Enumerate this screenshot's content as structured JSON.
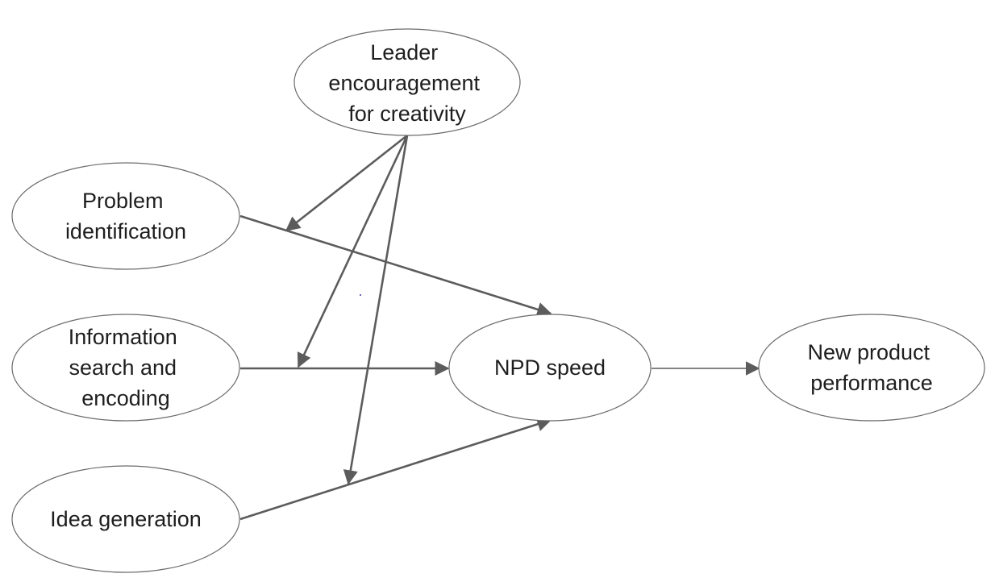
{
  "nodes": {
    "leader": {
      "lines": [
        "Leader",
        "encouragement",
        "for creativity"
      ]
    },
    "problem": {
      "lines": [
        "Problem",
        "identification"
      ]
    },
    "information": {
      "lines": [
        "Information",
        "search and",
        "encoding"
      ]
    },
    "idea": {
      "lines": [
        "Idea generation"
      ]
    },
    "npd": {
      "lines": [
        "NPD speed"
      ]
    },
    "performance": {
      "lines": [
        "New product",
        "performance"
      ]
    }
  },
  "edges": [
    {
      "from": "problem",
      "to": "npd",
      "type": "main-effect"
    },
    {
      "from": "information",
      "to": "npd",
      "type": "main-effect"
    },
    {
      "from": "idea",
      "to": "npd",
      "type": "main-effect"
    },
    {
      "from": "npd",
      "to": "performance",
      "type": "main-effect"
    },
    {
      "from": "leader",
      "to": "problem->npd",
      "type": "moderation"
    },
    {
      "from": "leader",
      "to": "information->npd",
      "type": "moderation"
    },
    {
      "from": "leader",
      "to": "idea->npd",
      "type": "moderation"
    }
  ],
  "colors": {
    "node_stroke": "#6b6b6b",
    "edge": "#5c5c5c",
    "text": "#1e1e1e",
    "background": "#ffffff"
  }
}
